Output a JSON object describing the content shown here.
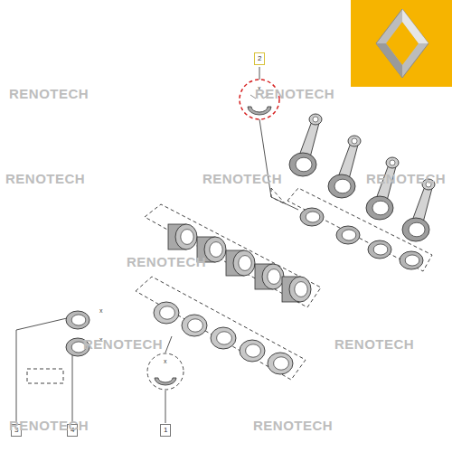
{
  "diagram": {
    "labels": [
      "2",
      "x",
      "x",
      "x",
      "x",
      "3",
      "4",
      "1",
      "RENOTECH",
      "RENOTECH",
      "RENOTECH",
      "RENOTECH",
      "RENOTECH",
      "RENOTECH",
      "RENOTECH",
      "RENOTECH",
      "RENOTECH",
      "RENOTECH"
    ]
  }
}
